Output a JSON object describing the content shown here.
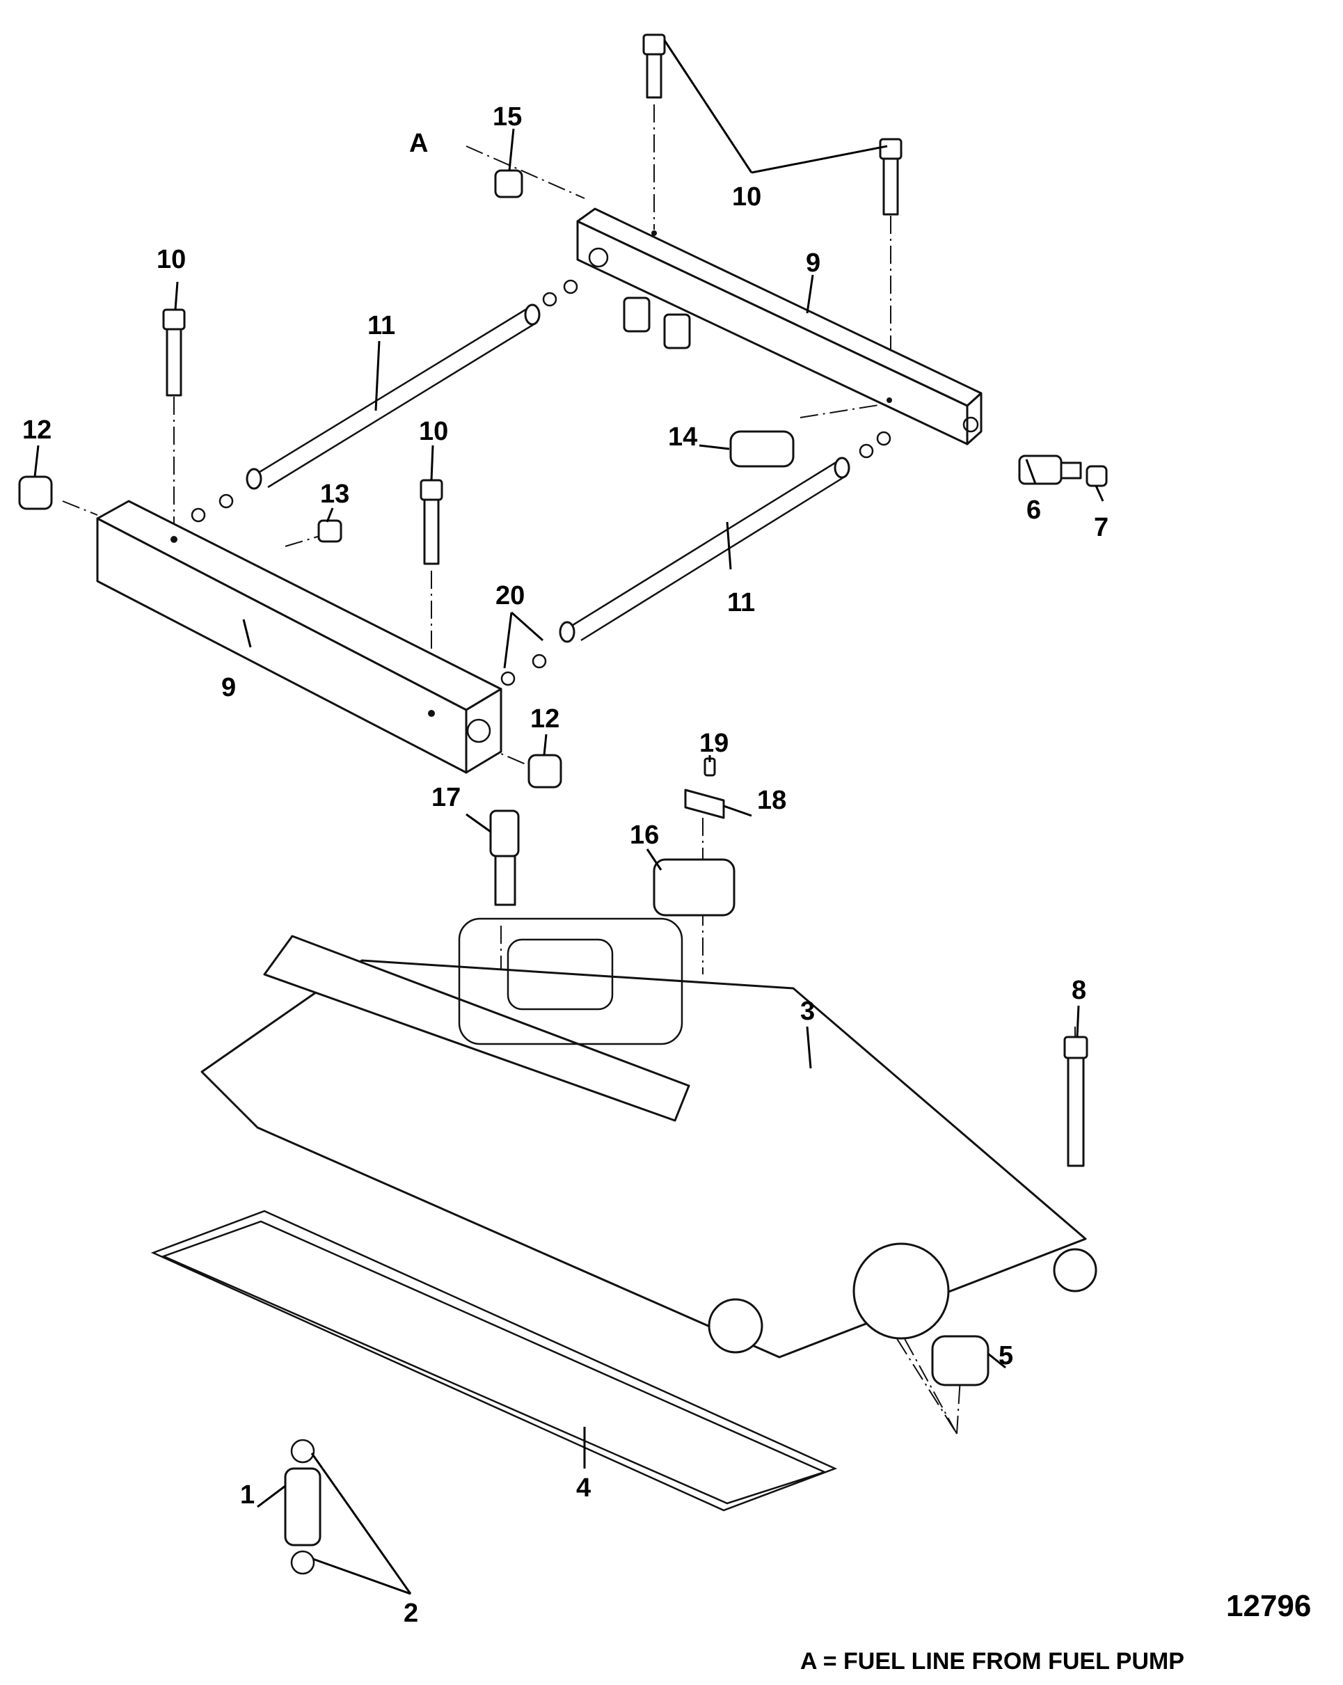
{
  "diagram": {
    "drawing_number": "12796",
    "legend": "A = FUEL LINE FROM FUEL PUMP",
    "callouts": {
      "c1": "1",
      "c2": "2",
      "c3": "3",
      "c4": "4",
      "c5": "5",
      "c6": "6",
      "c7": "7",
      "c8": "8",
      "c9a": "9",
      "c9b": "9",
      "c10a": "10",
      "c10b": "10",
      "c10c": "10",
      "c11a": "11",
      "c11b": "11",
      "c12a": "12",
      "c12b": "12",
      "c13": "13",
      "c14": "14",
      "c15": "15",
      "c16": "16",
      "c17": "17",
      "c18": "18",
      "c19": "19",
      "c20": "20",
      "cA": "A"
    }
  }
}
